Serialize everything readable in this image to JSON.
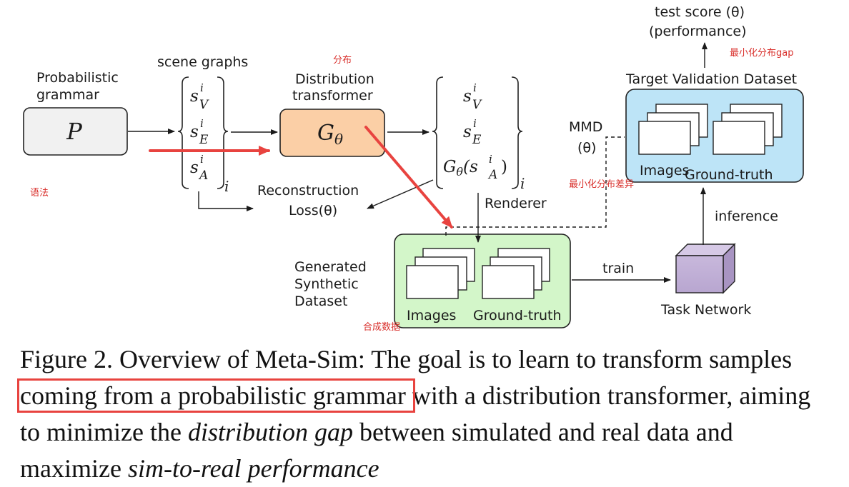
{
  "nodes": {
    "grammar": {
      "label_line1": "Probabilistic",
      "label_line2": "grammar",
      "symbol": "P"
    },
    "scene_graphs": {
      "label": "scene graphs",
      "s": "s",
      "i": "i",
      "sub_v": "V",
      "sub_e": "E",
      "sub_a": "A",
      "index": "i"
    },
    "transformer": {
      "label_line1": "Distribution",
      "label_line2": "transformer",
      "symbol": "G",
      "theta": "θ"
    },
    "transformed_graphs": {
      "s": "s",
      "i": "i",
      "sub_v": "V",
      "sub_e": "E",
      "sub_a": "A",
      "g_expr_open": "G",
      "g_expr_rest_open": "(s",
      "g_expr_rest_close": ")",
      "index": "i"
    },
    "loss": {
      "line1": "Reconstruction",
      "line2": "Loss(θ)"
    },
    "renderer": {
      "label": "Renderer"
    },
    "synthetic": {
      "label_line1": "Generated",
      "label_line2": "Synthetic",
      "label_line3": "Dataset",
      "images": "Images",
      "ground_truth": "Ground-truth"
    },
    "task_network": {
      "label": "Task Network"
    },
    "target": {
      "label": "Target Validation Dataset",
      "images": "Images",
      "ground_truth": "Ground-truth"
    },
    "score": {
      "line1": "test score (θ)",
      "line2": "(performance)"
    }
  },
  "edges": {
    "train": "train",
    "inference": "inference",
    "mmd_line1": "MMD",
    "mmd_line2": "(θ)"
  },
  "annotations": {
    "fenbu": "分布",
    "yufa": "语法",
    "synthetic_data": "合成数据",
    "min_gap": "最小化分布gap",
    "min_diff": "最小化分布差异"
  },
  "colors": {
    "transformer_fill": "#fbcfa6",
    "synthetic_fill": "#d3f6c9",
    "target_fill": "#bde4f7",
    "task_network_fill": "#c8b8dc",
    "annotation_red": "#e8433f"
  },
  "caption": {
    "p1": "Figure 2. Overview of Meta-Sim: The goal is to learn to transform samples ",
    "highlight": "coming from a probabilistic grammar ",
    "p2": "with a distribution transformer, aiming to minimize the ",
    "em1": "distribution gap",
    "p3": " between simulated and real data and maximize ",
    "em2": "sim-to-real performance"
  }
}
